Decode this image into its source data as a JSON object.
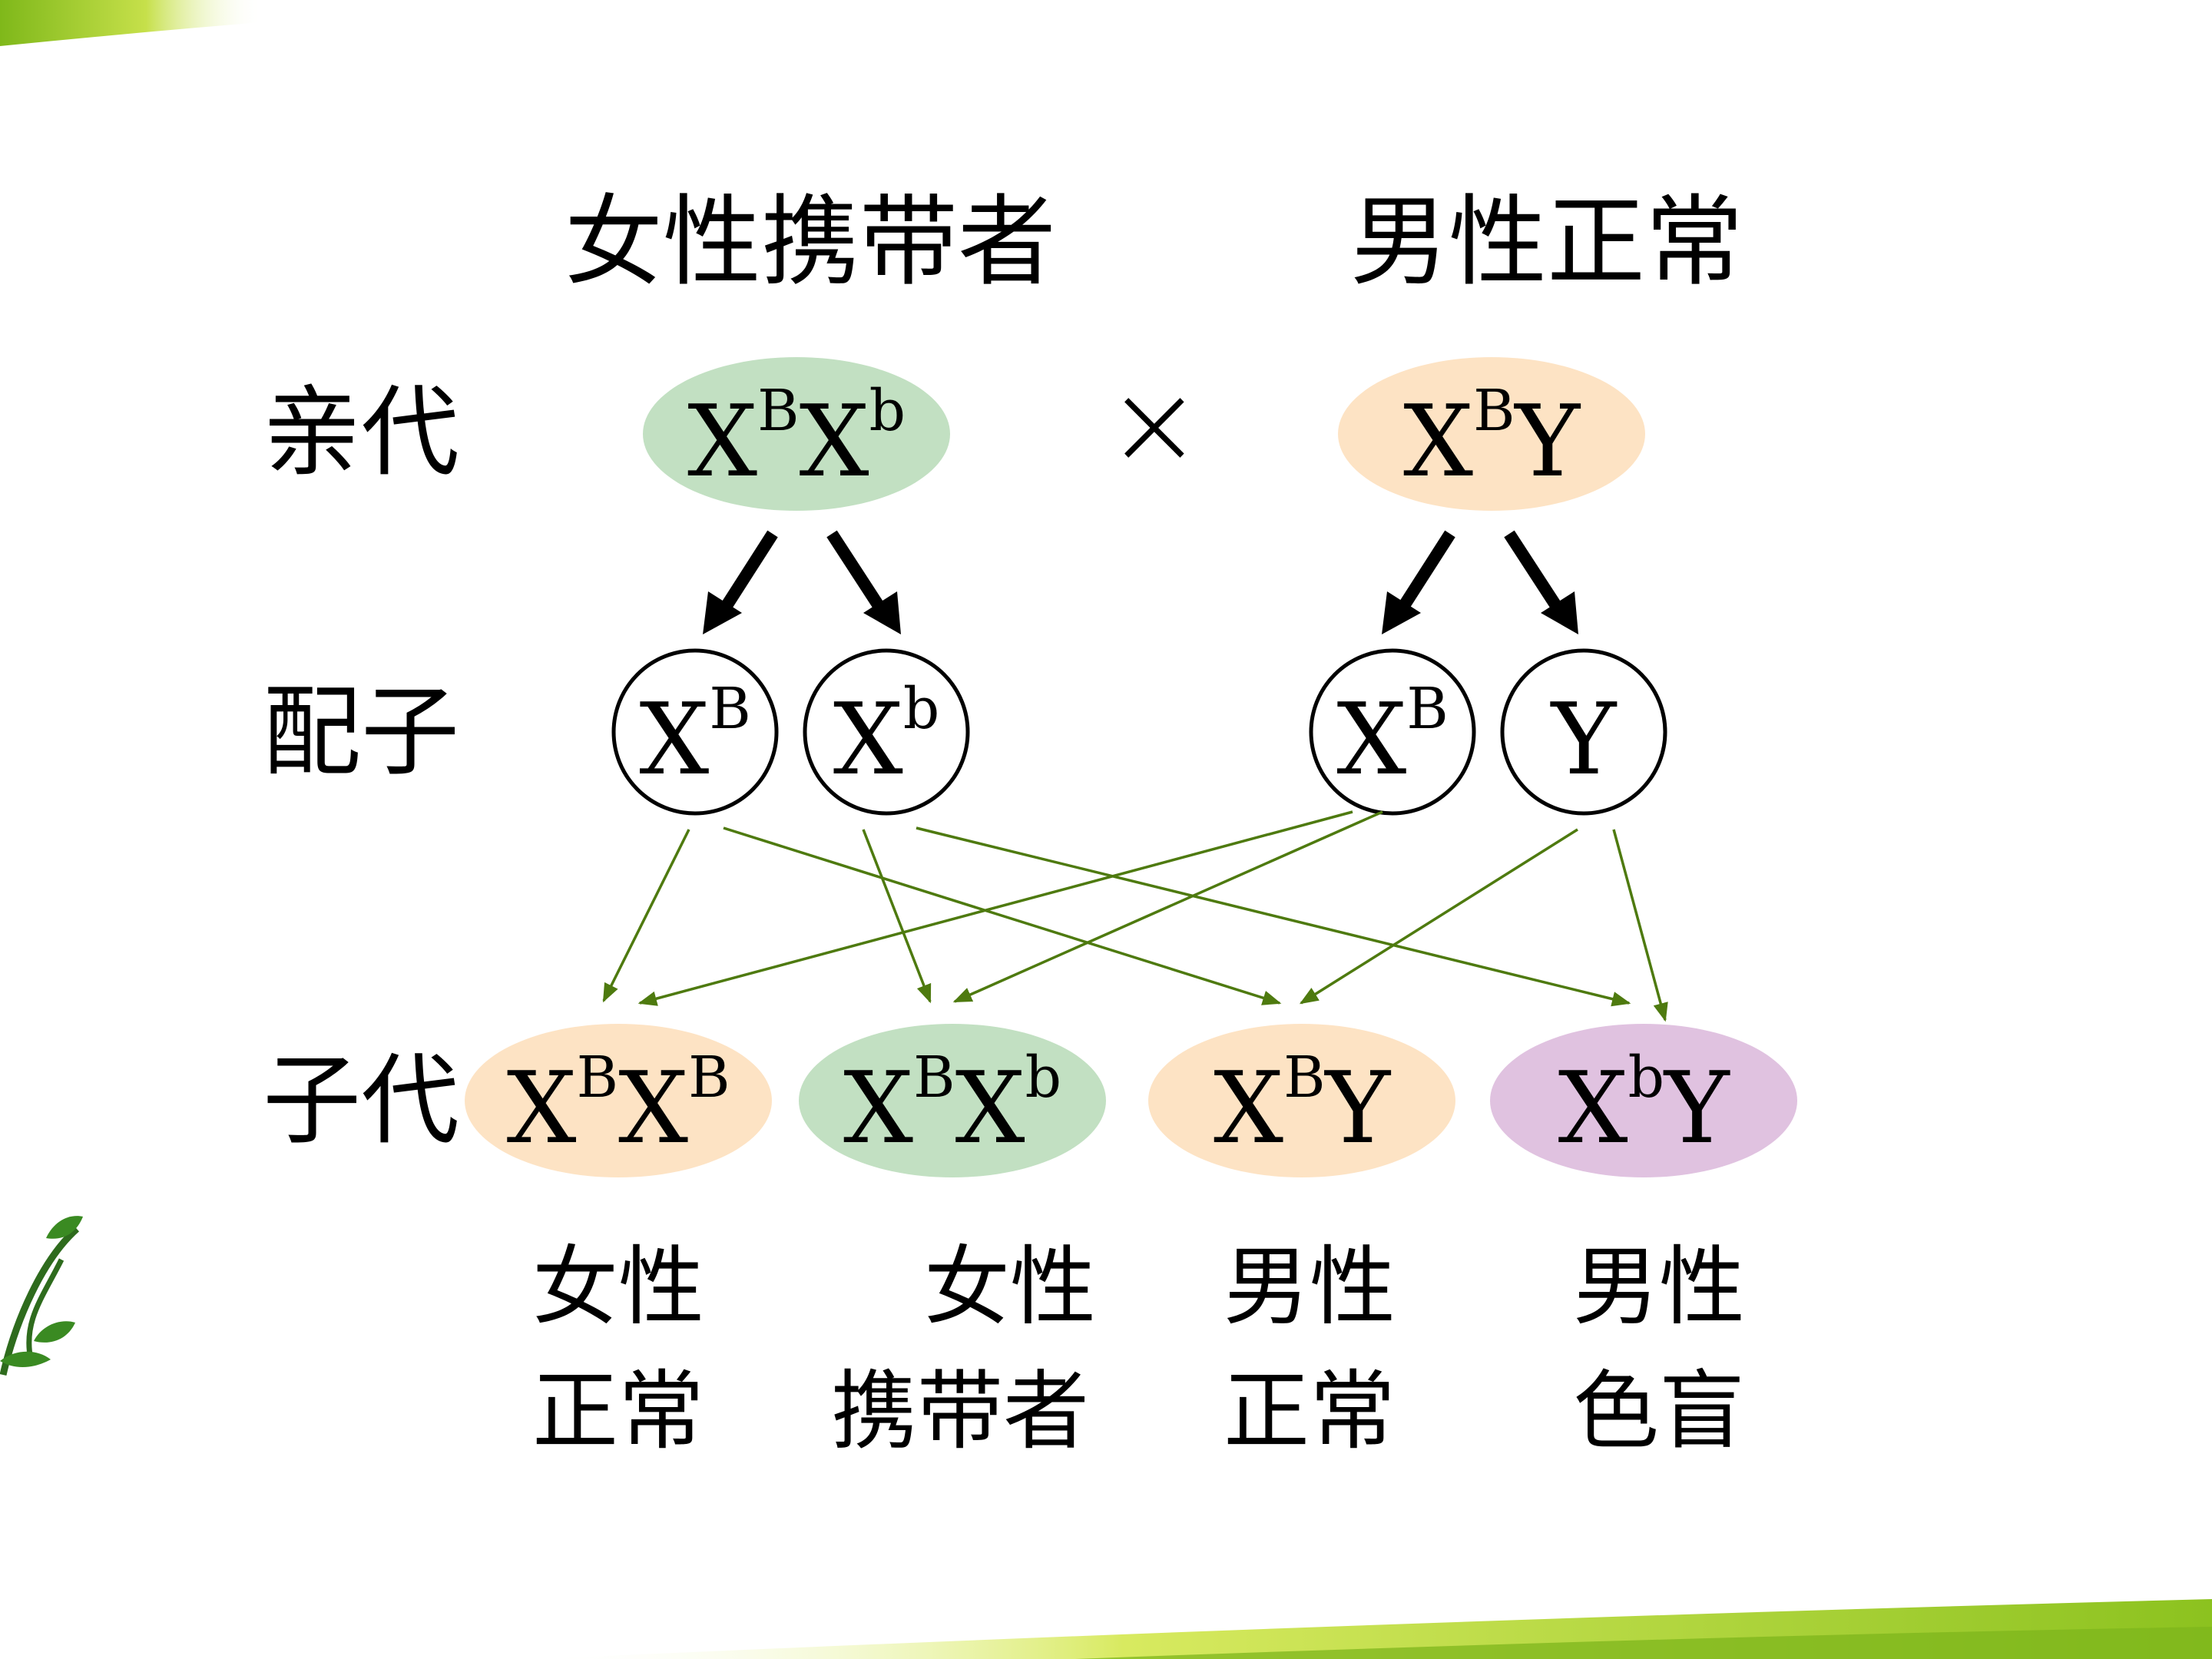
{
  "headers": {
    "female_parent": "女性携带者",
    "male_parent": "男性正常"
  },
  "row_labels": {
    "parents": "亲代",
    "gametes": "配子",
    "offspring": "子代"
  },
  "cross_symbol": "×",
  "parents": [
    {
      "base1": "X",
      "sup1": "B",
      "base2": "X",
      "sup2": "b",
      "color": "#c2e0c2"
    },
    {
      "base1": "X",
      "sup1": "B",
      "base2": "Y",
      "sup2": "",
      "color": "#fde3c4"
    }
  ],
  "gametes": [
    {
      "base": "X",
      "sup": "B"
    },
    {
      "base": "X",
      "sup": "b"
    },
    {
      "base": "X",
      "sup": "B"
    },
    {
      "base": "Y",
      "sup": ""
    }
  ],
  "offspring": [
    {
      "base1": "X",
      "sup1": "B",
      "base2": "X",
      "sup2": "B",
      "color": "#fde3c4",
      "phenotype_line1": "女性",
      "phenotype_line2": "正常"
    },
    {
      "base1": "X",
      "sup1": "B",
      "base2": "X",
      "sup2": "b",
      "color": "#c2e0c2",
      "phenotype_line1": "女性",
      "phenotype_line2": "携带者"
    },
    {
      "base1": "X",
      "sup1": "B",
      "base2": "Y",
      "sup2": "",
      "color": "#fde3c4",
      "phenotype_line1": "男性",
      "phenotype_line2": "正常"
    },
    {
      "base1": "X",
      "sup1": "b",
      "base2": "Y",
      "sup2": "",
      "color": "#e0c2e0",
      "phenotype_line1": "男性",
      "phenotype_line2": "色盲"
    }
  ],
  "colors": {
    "cross_arrows": "#4e7a0f",
    "bold_arrows": "#000000",
    "stripe": "#8dc21f"
  }
}
